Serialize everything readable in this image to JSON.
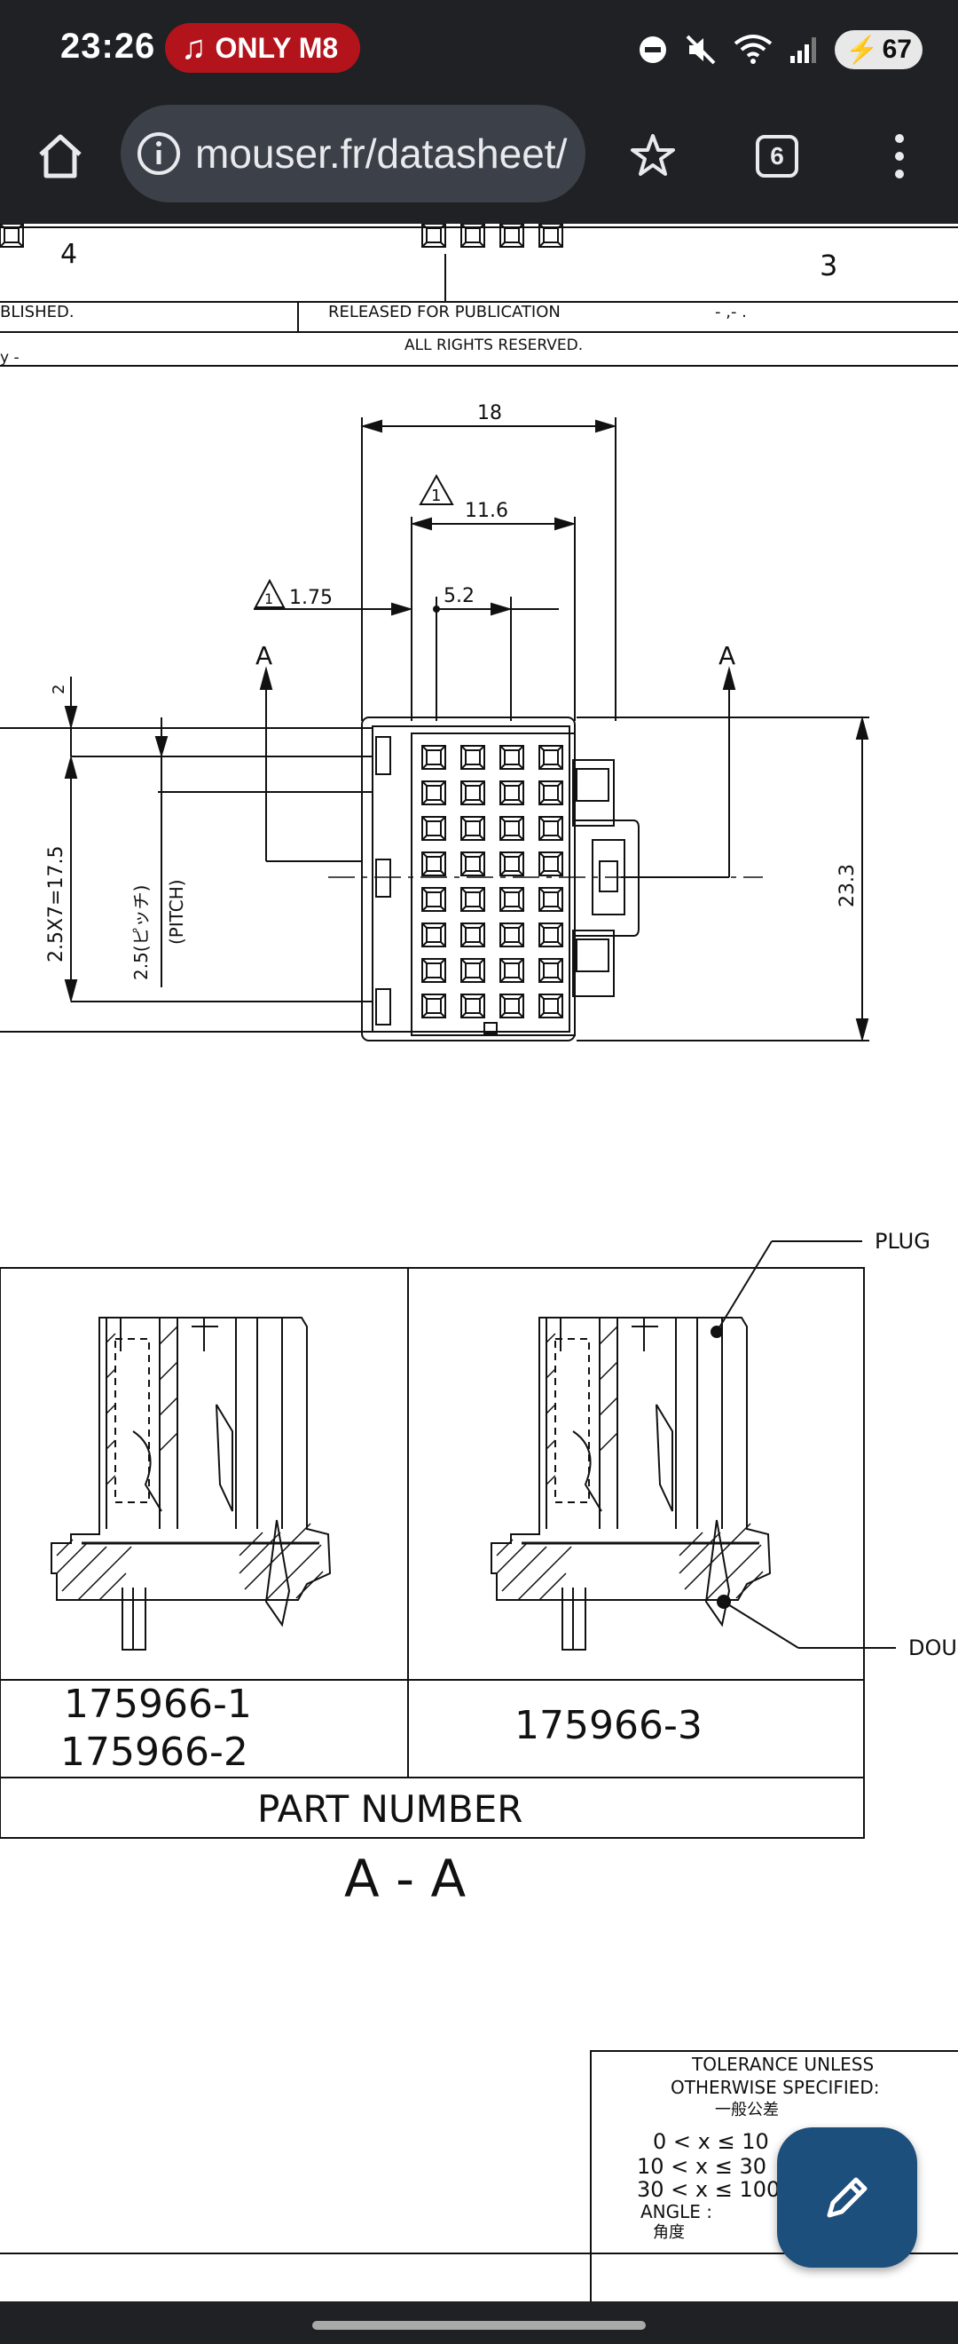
{
  "status": {
    "time": "23:26",
    "media_label": "ONLY M8",
    "battery": "67",
    "icons": [
      "dnd-icon",
      "mute-icon",
      "wifi-icon",
      "signal-icon",
      "battery-icon"
    ]
  },
  "browser": {
    "url": "mouser.fr/datasheet/",
    "tab_count": "6",
    "icons": [
      "home-icon",
      "site-info-icon",
      "bookmark-star-icon",
      "tabs-icon",
      "more-menu-icon"
    ]
  },
  "drawing": {
    "zone_left": "4",
    "zone_right": "3",
    "header_left": "BLISHED.",
    "header_mid": "RELEASED FOR PUBLICATION",
    "header_right": "- ,-    .",
    "rights": "ALL RIGHTS RESERVED.",
    "row_left": "y -",
    "dims": {
      "width_total": "18",
      "width_inner": "11.6",
      "offset": "1.75",
      "pitch_h": "5.2",
      "height": "23.3",
      "top_gap": "2",
      "rows": "2.5X7=17.5",
      "pitch": "2.5(ピッチ)",
      "pitch_en": "(PITCH)",
      "rev_marker": "1"
    },
    "section_label": "A",
    "callouts": {
      "plug": "PLUG",
      "dou": "DOU"
    },
    "table": {
      "col1_line1": "175966-1",
      "col1_line2": "175966-2",
      "col2": "175966-3",
      "footer": "PART NUMBER"
    },
    "section_title": "A - A",
    "tolerance": {
      "line1": "TOLERANCE UNLESS",
      "line2": "OTHERWISE SPECIFIED:",
      "line3": "一般公差",
      "r1": "0 < x ≤   10",
      "r2": "10 < x ≤   30",
      "r3": "30 < x ≤ 100",
      "angle": "ANGLE   :",
      "angle_jp": "角度"
    }
  },
  "fab": {
    "icon": "edit-pencil-icon"
  }
}
